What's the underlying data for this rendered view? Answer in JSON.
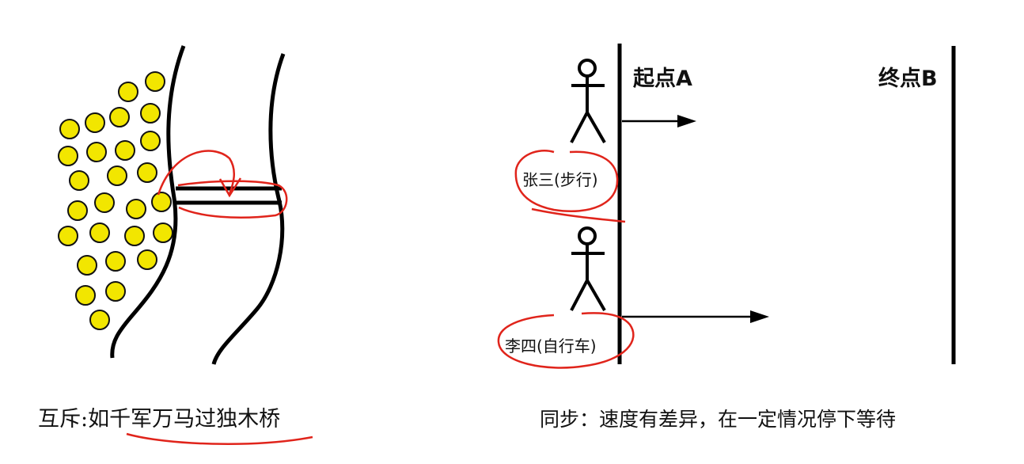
{
  "left": {
    "caption_prefix": "互斥:",
    "caption_rest": "如千军万马过独木桥",
    "colors": {
      "ball": "#f2e600",
      "ink": "#000000",
      "annotation": "#e0241b"
    }
  },
  "right": {
    "start_label": "起点A",
    "end_label": "终点B",
    "person1_label": "张三(步行)",
    "person2_label": "李四(自行车)",
    "caption": "同步：速度有差异，在一定情况停下等待",
    "colors": {
      "ink": "#000000",
      "annotation": "#e0241b"
    }
  }
}
